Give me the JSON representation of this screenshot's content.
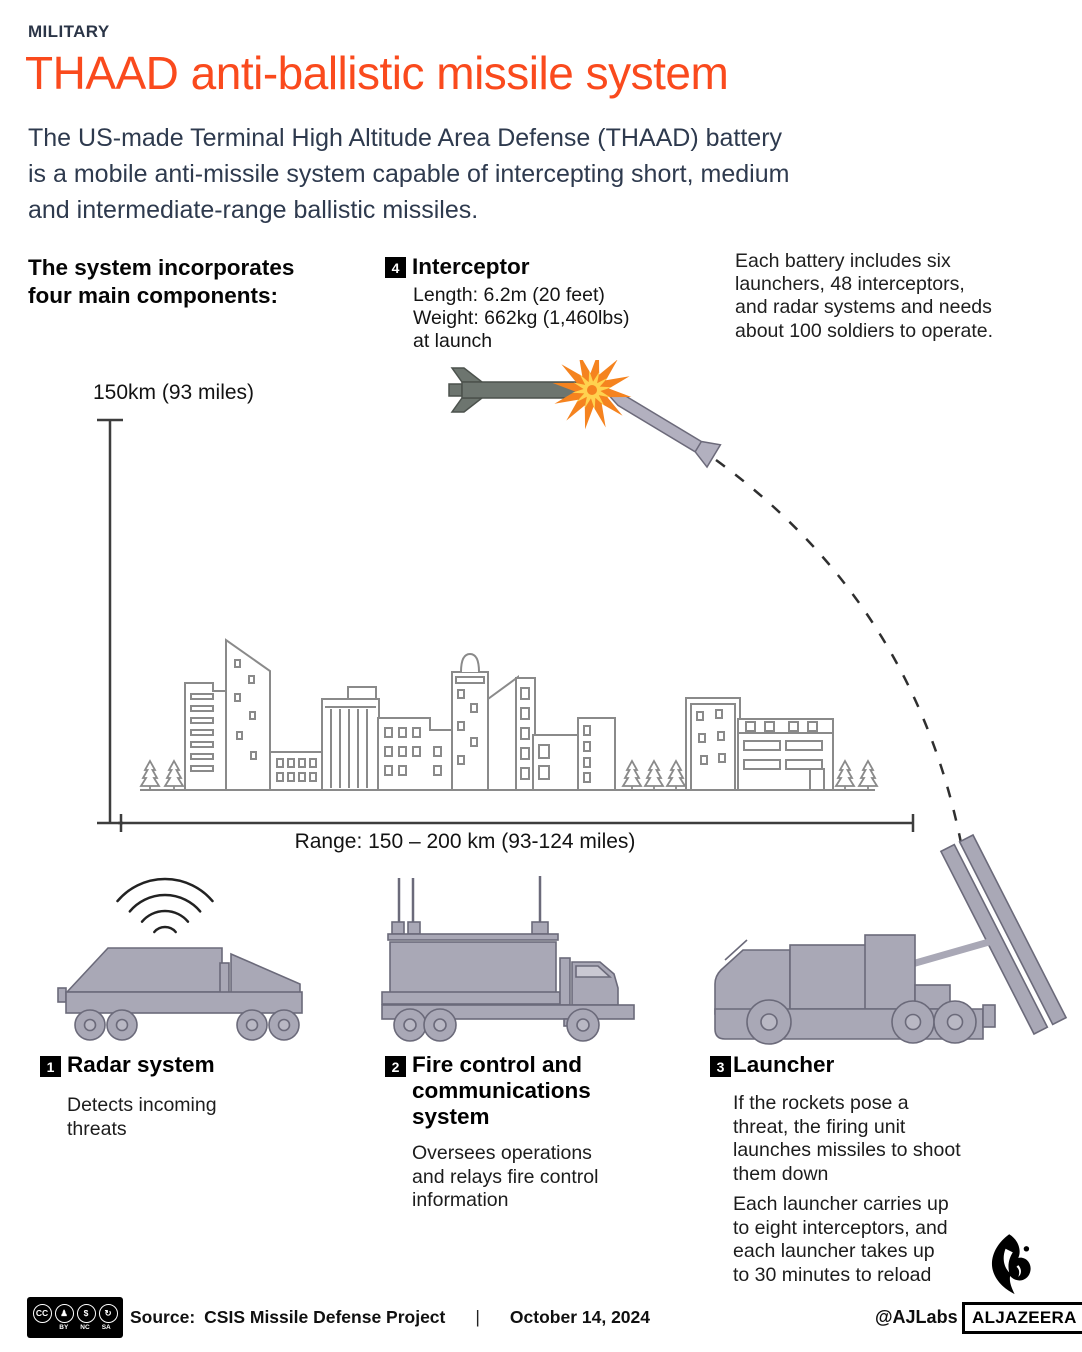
{
  "colors": {
    "accent_orange": "#fa4a1d",
    "navy_text": "#2e3a4e",
    "vehicle_gray": "#a9a8b6",
    "explosion_orange": "#f5831f",
    "explosion_yellow": "#ffd24f"
  },
  "header": {
    "kicker": "MILITARY",
    "title": "THAAD anti-ballistic missile system",
    "intro_lines": [
      "The US-made Terminal High Altitude Area Defense (THAAD) battery",
      "is a mobile anti-missile system capable of intercepting short, medium",
      "and intermediate-range ballistic missiles."
    ]
  },
  "overview": {
    "components_intro_lines": [
      "The system incorporates",
      "four main components:"
    ],
    "battery_note_lines": [
      "Each battery includes six",
      "launchers, 48 interceptors,",
      "and radar systems and needs",
      "about 100 soldiers to operate."
    ]
  },
  "interceptor": {
    "number": "4",
    "title": "Interceptor",
    "spec_lines": [
      "Length: 6.2m (20 feet)",
      "Weight: 662kg (1,460lbs)",
      "at launch"
    ]
  },
  "diagram": {
    "altitude_label": "150km (93 miles)",
    "range_label": "Range: 150 – 200 km (93-124 miles)"
  },
  "components": [
    {
      "number": "1",
      "title_lines": [
        "Radar system"
      ],
      "para1_lines": [
        "Detects incoming",
        "threats"
      ]
    },
    {
      "number": "2",
      "title_lines": [
        "Fire control and",
        "communications",
        "system"
      ],
      "para1_lines": [
        "Oversees operations",
        "and relays fire control",
        "information"
      ]
    },
    {
      "number": "3",
      "title_lines": [
        "Launcher"
      ],
      "para1_lines": [
        "If the rockets pose a",
        "threat, the firing unit",
        "launches missiles to shoot",
        "them down"
      ],
      "para2_lines": [
        "Each launcher carries up",
        "to eight interceptors, and",
        "each launcher takes up",
        "to 30 minutes to reload"
      ]
    }
  ],
  "footer": {
    "cc_glyphs": [
      "CC",
      "♟",
      "$",
      "↻"
    ],
    "cc_labels": [
      "BY",
      "NC",
      "SA"
    ],
    "source_label": "Source:",
    "source": "CSIS Missile Defense Project",
    "separator": "|",
    "date": "October 14, 2024",
    "credit": "@AJLabs",
    "brand": "ALJAZEERA"
  }
}
